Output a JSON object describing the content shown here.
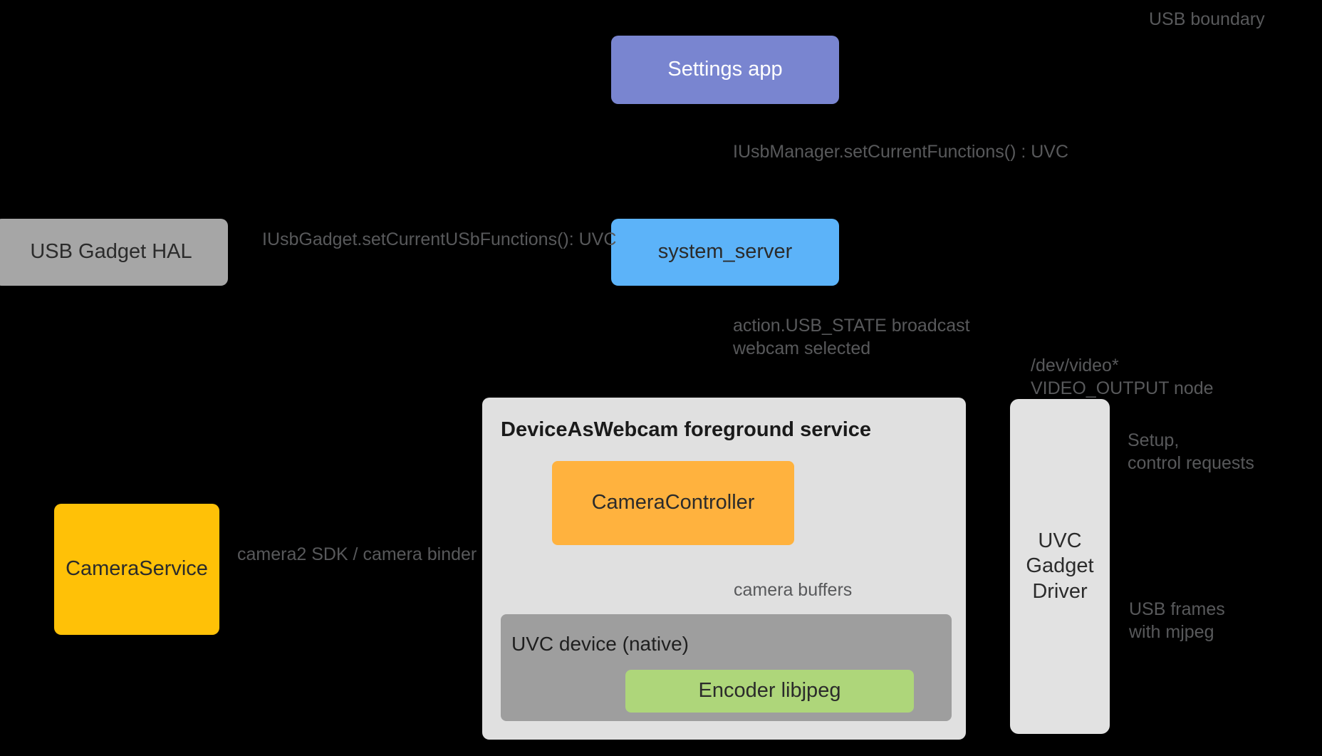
{
  "diagram": {
    "title": "Android DeviceAsWebcam UVC architecture",
    "background": "#000000"
  },
  "nodes": {
    "settings_app": {
      "label": "Settings app",
      "fill": "#7985D0",
      "text_color": "#FFFFFF"
    },
    "system_server": {
      "label": "system_server",
      "fill": "#5CB3F9",
      "text_color": "#2B2B2B"
    },
    "usb_gadget_hal": {
      "label": "USB Gadget HAL",
      "fill": "#A6A6A6",
      "text_color": "#2B2B2B"
    },
    "camera_service": {
      "label": "CameraService",
      "fill": "#FFC107",
      "text_color": "#2B2B2B"
    },
    "uvc_gadget_driver": {
      "label": "UVC\nGadget\nDriver",
      "fill": "#E2E2E2",
      "text_color": "#2B2B2B"
    },
    "camera_controller": {
      "label": "CameraController",
      "fill": "#FFB23E",
      "text_color": "#2B2B2B"
    },
    "encoder_libjpeg": {
      "label": "Encoder libjpeg",
      "fill": "#AED67A",
      "text_color": "#2B2B2B"
    }
  },
  "groups": {
    "foreground_service": {
      "label": "DeviceAsWebcam foreground service",
      "fill": "#E0E0E0"
    },
    "uvc_device": {
      "label": "UVC device (native)",
      "fill": "#9E9E9E"
    }
  },
  "annotations": {
    "usb_boundary": "USB boundary",
    "set_current_functions": "IUsbManager.setCurrentFunctions() : UVC",
    "set_current_usb_functions": "IUsbGadget.setCurrentUSbFunctions(): UVC",
    "usb_state_broadcast": "action.USB_STATE broadcast\nwebcam selected",
    "dev_video_node": "/dev/video*\nVIDEO_OUTPUT node",
    "setup_control_requests": "Setup,\ncontrol requests",
    "camera2_sdk": "camera2 SDK / camera binder",
    "camera_buffers": "camera buffers",
    "usb_frames_mjpeg": "USB frames\nwith mjpeg"
  },
  "connectors": [
    {
      "name": "camera-buffers-arrow",
      "from": "camera_controller",
      "to": "encoder_libjpeg",
      "style": "double-headed-vertical"
    },
    {
      "name": "usb-frames-arrow",
      "from": "uvc_gadget_driver",
      "to": "encoder_libjpeg",
      "style": "single-headed-left"
    }
  ]
}
